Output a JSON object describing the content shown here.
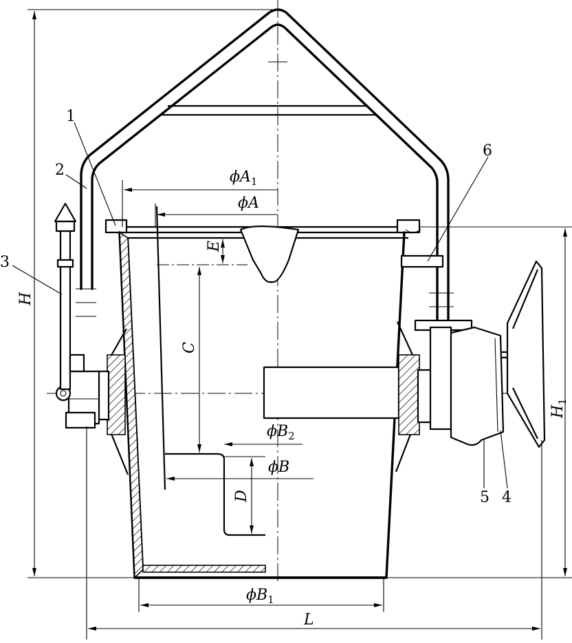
{
  "figure": {
    "part_numbers": [
      "1",
      "2",
      "3",
      "4",
      "5",
      "6"
    ],
    "dimensions": {
      "H": "H",
      "H1_main": "H",
      "H1_sub": "1",
      "L": "L",
      "A_phi": "ϕ",
      "A": "A",
      "A1_main": "A",
      "A1_sub": "1",
      "B": "B",
      "B1_main": "B",
      "B1_sub": "1",
      "B2_main": "B",
      "B2_sub": "2",
      "C": "C",
      "D": "D",
      "E": "E"
    },
    "colors": {
      "line": "#000000",
      "background": "#ffffff"
    }
  }
}
